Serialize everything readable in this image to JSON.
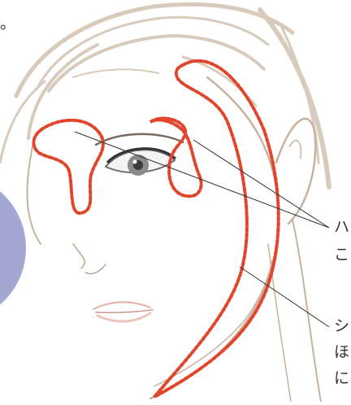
{
  "illustration": {
    "top_left_mark": "。",
    "callout_1": {
      "line1": "ハ",
      "line2": "こ"
    },
    "callout_2": {
      "line1": "シ",
      "line2": "ほ",
      "line3": "に"
    }
  },
  "colors": {
    "background": "#ffffff",
    "outline_zone": "#e1452c",
    "hair_stroke": "#d9cbbb",
    "face_stroke": "#c9b29d",
    "leader_line": "#333333",
    "circle_fill": "#a3a8d3",
    "lips": "#eec5bd",
    "iris": "#8a8a8a"
  }
}
